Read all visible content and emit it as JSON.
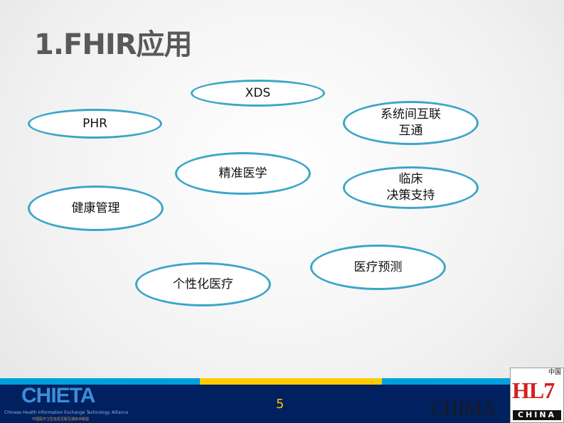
{
  "title": "1.FHIR应用",
  "nodes": [
    "XDS",
    "PHR",
    "系统间互联\n互通",
    "精准医学",
    "临床\n决策支持",
    "健康管理",
    "医疗预测",
    "个性化医疗"
  ],
  "footer": {
    "page": "5",
    "logo": "CHIETA",
    "logo_subtitle": "Chinese Health Information Exchange Technology Alliance",
    "logo_subtitle_cn": "中国医疗卫生信息互联互通技术联盟",
    "watermark": "CHIMA",
    "hl7": "HL7",
    "hl7_china": "CHINA",
    "hl7_cn": "中国"
  },
  "colors": {
    "ellipse_border": "#3aa6c8",
    "footer": "#002060",
    "accent_blue": "#00a0dc",
    "accent_yellow": "#ffcc00",
    "page_number": "#ffc000"
  }
}
